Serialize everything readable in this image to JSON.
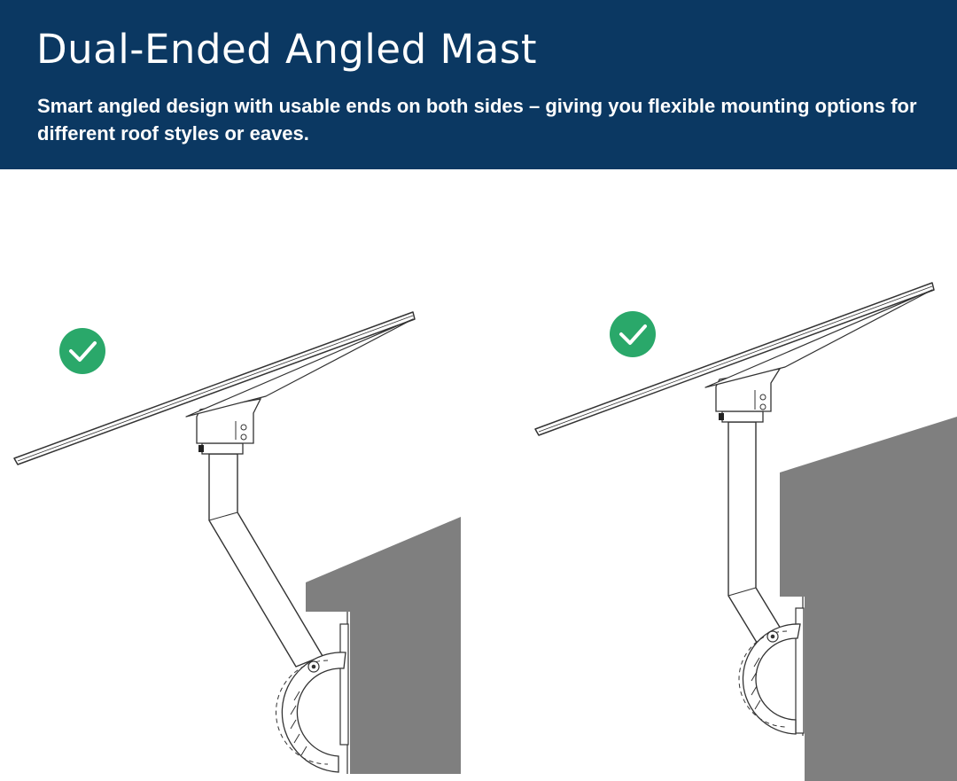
{
  "header": {
    "title": "Dual-Ended Angled Mast",
    "subtitle": "Smart angled design with usable ends on both sides – giving you flexible mounting options for different roof styles or eaves."
  },
  "colors": {
    "banner_bg": "#0b3862",
    "check_green": "#2aa86a",
    "roof_gray": "#7f7f7f",
    "line": "#333333"
  },
  "illustrations": [
    {
      "name": "angled-end-under-eave",
      "status": "approved",
      "icon": "check-circle-icon"
    },
    {
      "name": "straight-end-fascia",
      "status": "approved",
      "icon": "check-circle-icon"
    }
  ]
}
